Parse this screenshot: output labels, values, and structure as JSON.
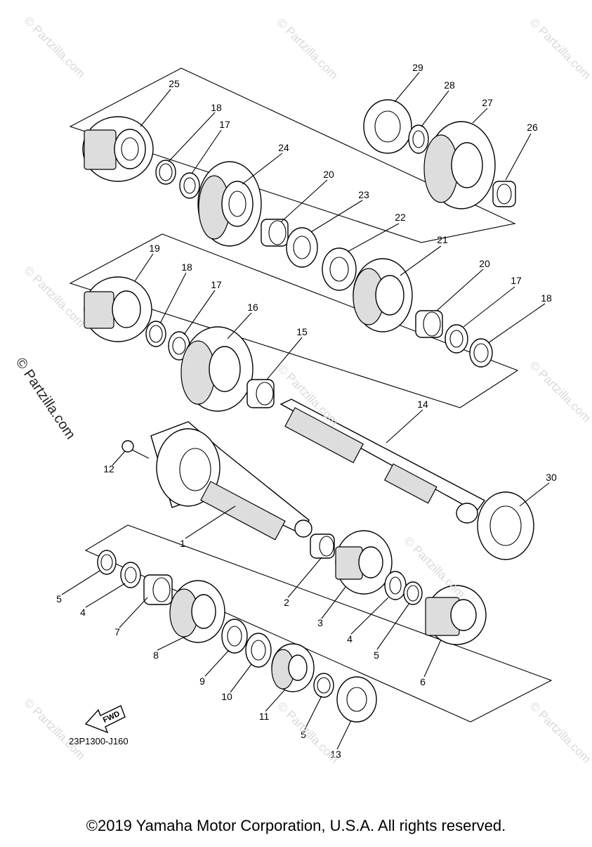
{
  "watermarks": [
    "© Partzilla.com",
    "© Partzilla.com",
    "© Partzilla.com",
    "© Partzilla.com",
    "© Partzilla.com",
    "© Partzilla.com",
    "© Partzilla.com",
    "© Partzilla.com",
    "© Partzilla.com",
    "© Partzilla.com"
  ],
  "watermark_big": "© Partzilla.com",
  "fwd_label": "FWD",
  "diagram_code": "23P1300-J160",
  "copyright": "©2019 Yamaha Motor Corporation, U.S.A. All rights reserved.",
  "callouts": [
    "29",
    "28",
    "27",
    "26",
    "25",
    "18",
    "17",
    "24",
    "20",
    "23",
    "22",
    "21",
    "19",
    "18",
    "17",
    "16",
    "15",
    "20",
    "17",
    "18",
    "14",
    "12",
    "30",
    "1",
    "5",
    "4",
    "7",
    "8",
    "2",
    "3",
    "4",
    "5",
    "6",
    "9",
    "10",
    "11",
    "5",
    "13"
  ]
}
